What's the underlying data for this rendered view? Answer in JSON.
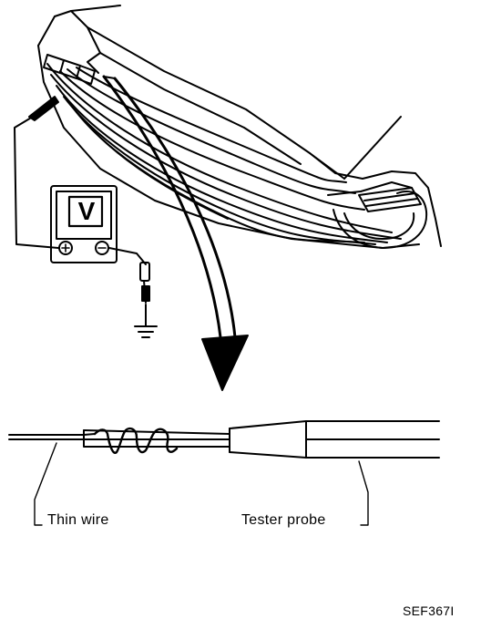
{
  "figure": {
    "labels": {
      "thin_wire": "Thin wire",
      "tester_probe": "Tester probe",
      "figure_code": "SEF367I"
    },
    "meter": {
      "display_letter": "V",
      "positive_terminal": "+",
      "negative_terminal": "−"
    }
  }
}
